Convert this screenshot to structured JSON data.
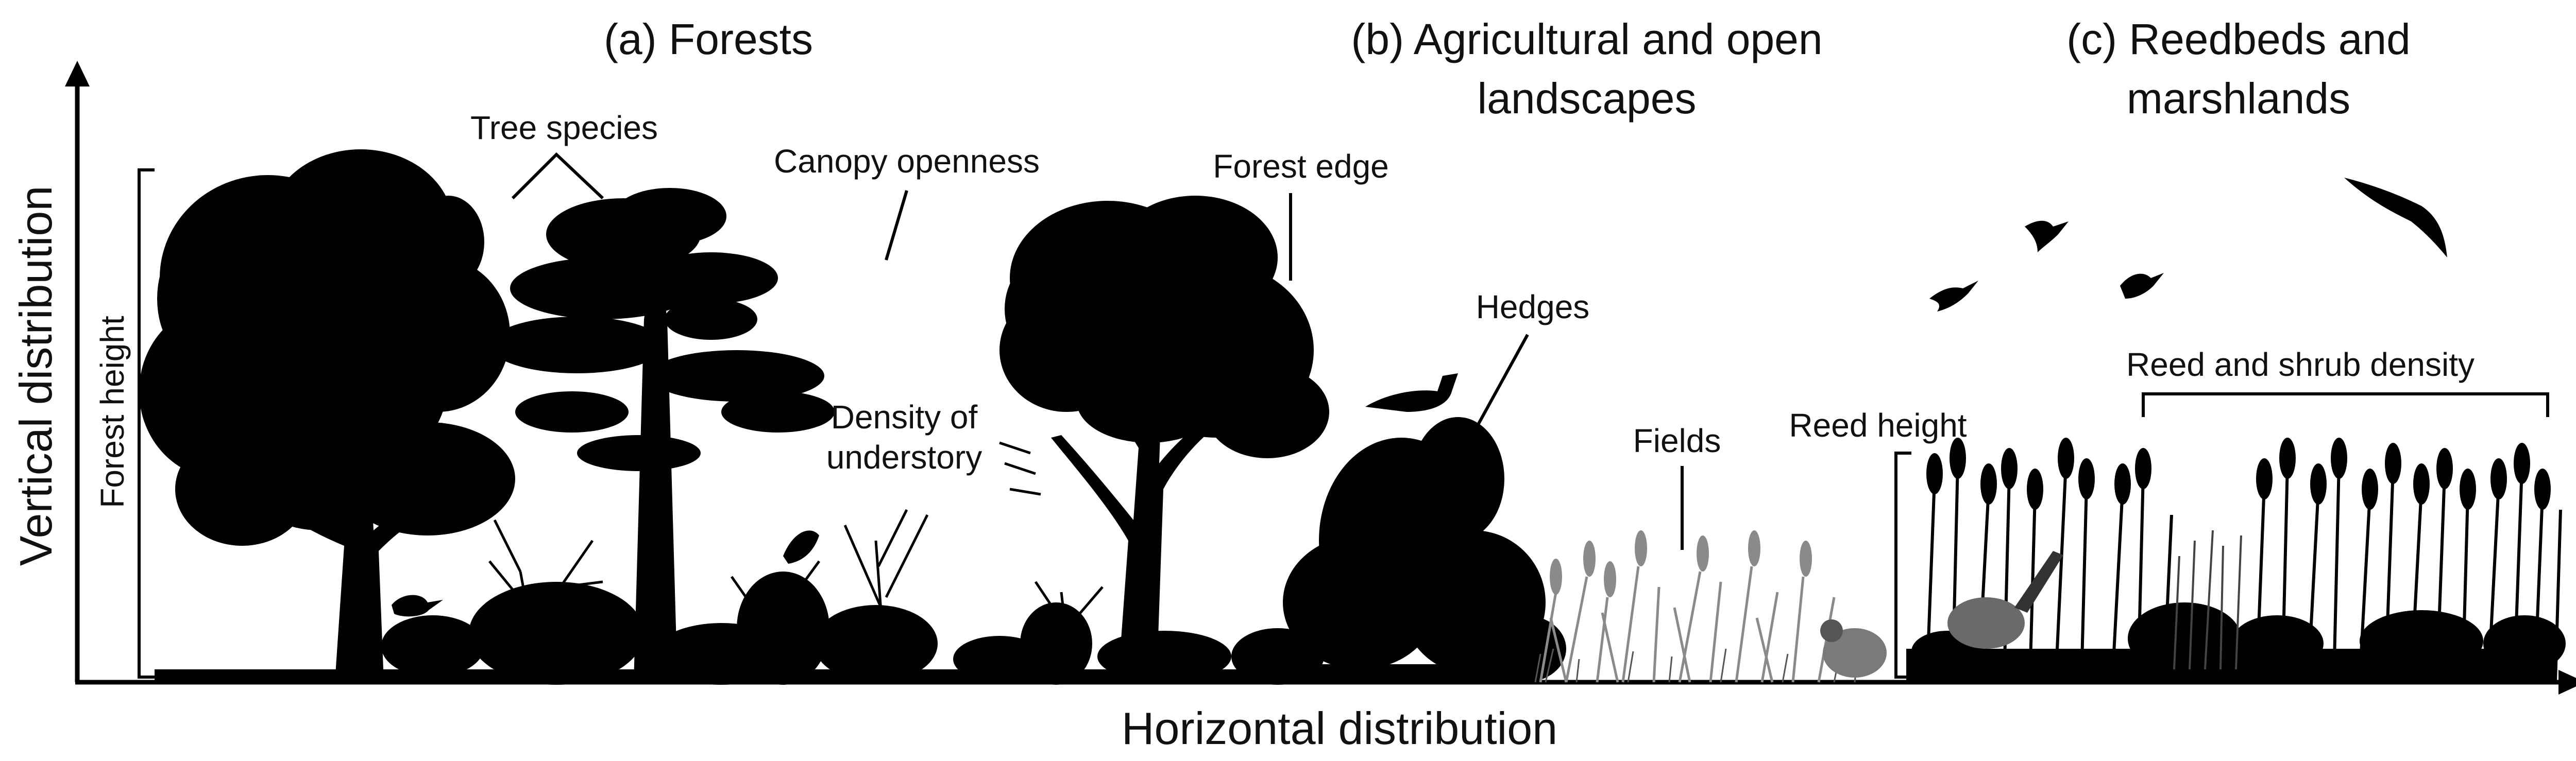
{
  "sections": {
    "forests": "(a) Forests",
    "agri_line1": "(b) Agricultural and open",
    "agri_line2": "landscapes",
    "reed_line1": "(c) Reedbeds and",
    "reed_line2": "marshlands"
  },
  "axes": {
    "vertical": "Vertical distribution",
    "horizontal": "Horizontal distribution"
  },
  "labels": {
    "forest_height": "Forest height",
    "tree_species": "Tree species",
    "canopy_openness": "Canopy openness",
    "forest_edge": "Forest edge",
    "density_line1": "Density of",
    "density_line2": "understory",
    "hedges": "Hedges",
    "fields": "Fields",
    "reed_height": "Reed height",
    "reed_shrub_density": "Reed and shrub density"
  },
  "colors": {
    "ink": "#000000",
    "field_grey": "#8a8a8a",
    "partridge": "#7a7a7a"
  }
}
